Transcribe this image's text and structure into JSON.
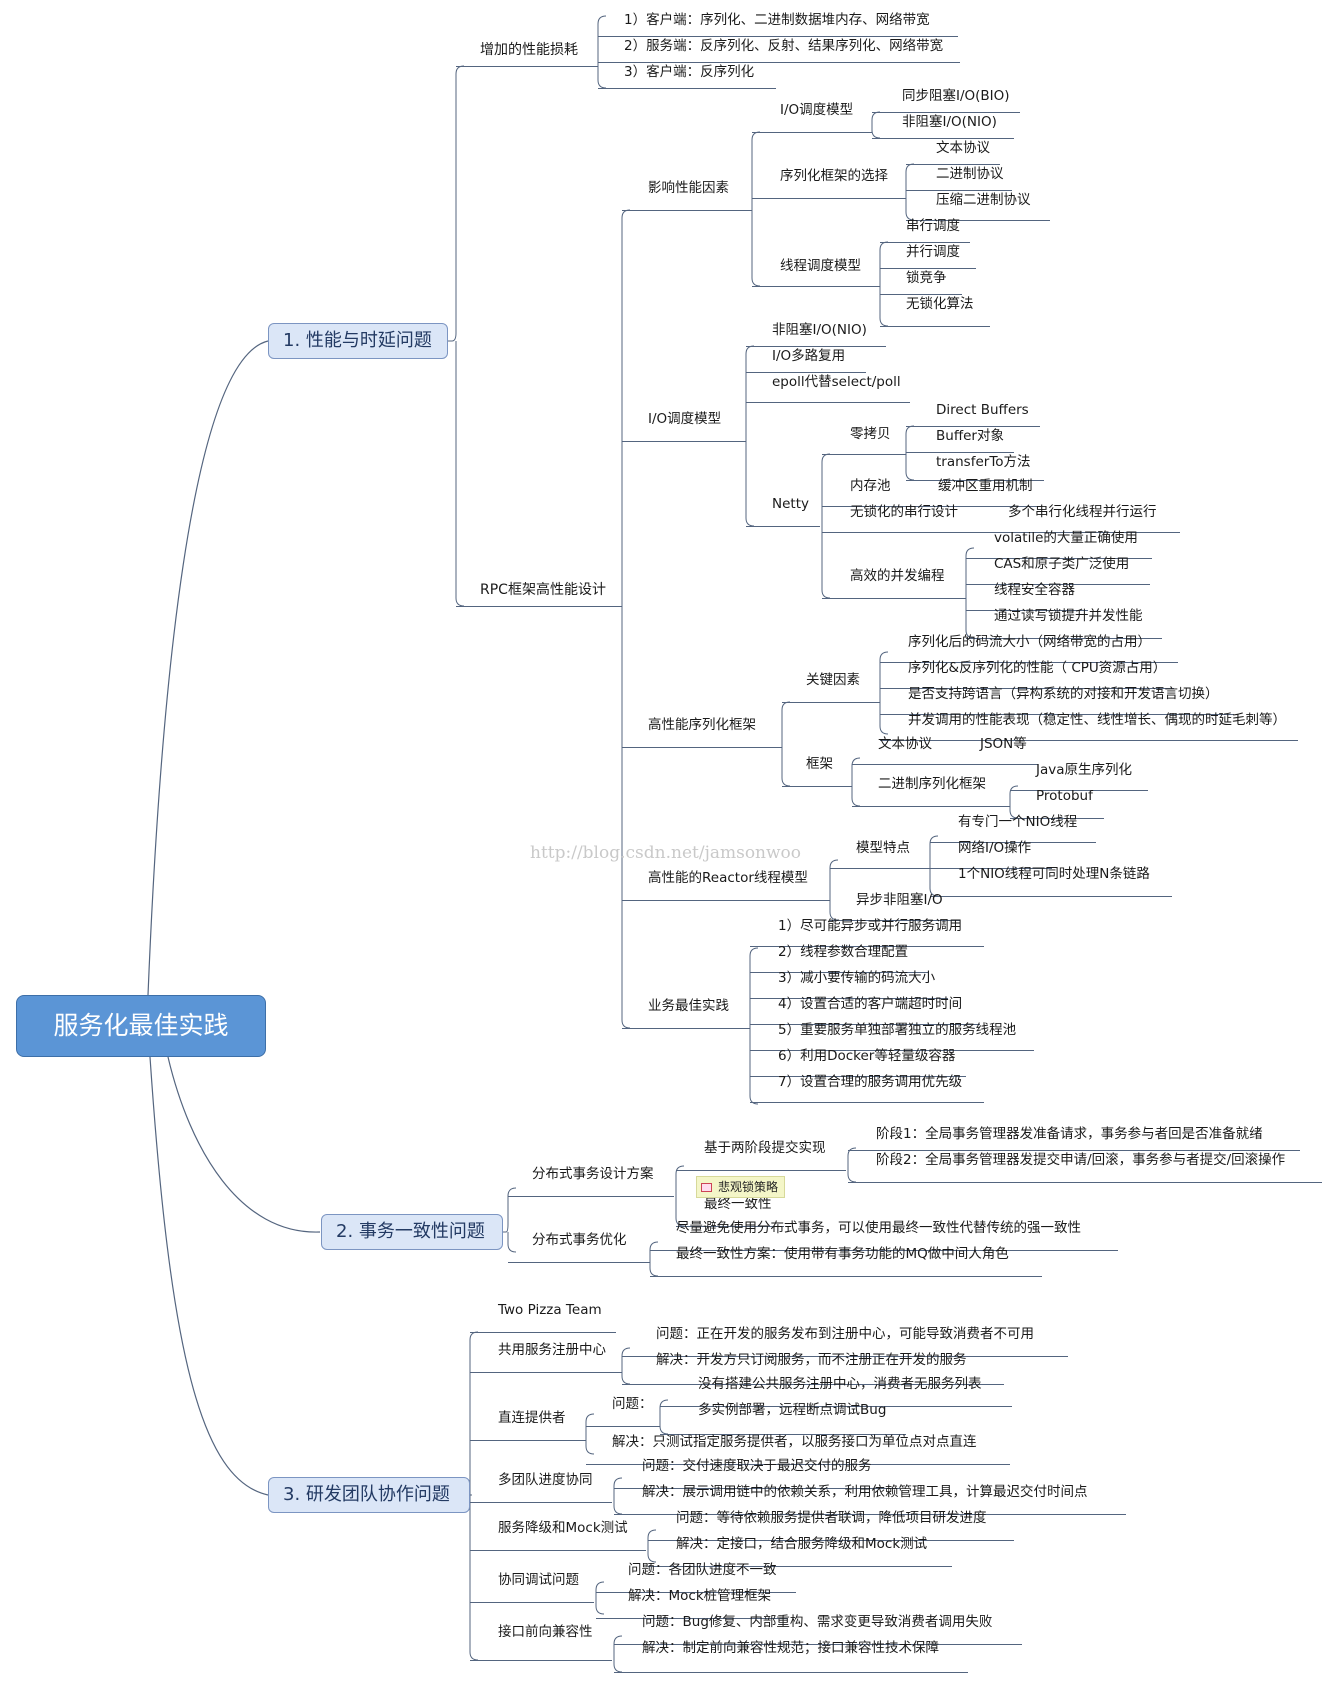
{
  "title": "服务化最佳实践",
  "watermark": "http://blog.csdn.net/jamsonwoo",
  "colors": {
    "root_fill": "#5b95d6",
    "box_fill": "#dbe6f7",
    "line": "#54657f"
  },
  "b1": {
    "title": "1. 性能与时延问题",
    "perf_cost": {
      "label": "增加的性能损耗",
      "items": [
        "1）客户端：序列化、二进制数据堆内存、网络带宽",
        "2）服务端：反序列化、反射、结果序列化、网络带宽",
        "3）客户端：反序列化"
      ]
    },
    "rpc": {
      "label": "RPC框架高性能设计",
      "factors": {
        "label": "影响性能因素",
        "io_model": {
          "label": "I/O调度模型",
          "items": [
            "同步阻塞I/O(BIO)",
            "非阻塞I/O(NIO)"
          ]
        },
        "serial": {
          "label": "序列化框架的选择",
          "items": [
            "文本协议",
            "二进制协议",
            "压缩二进制协议"
          ]
        },
        "thread": {
          "label": "线程调度模型",
          "items": [
            "串行调度",
            "并行调度",
            "锁竞争",
            "无锁化算法"
          ]
        }
      },
      "io": {
        "label": "I/O调度模型",
        "items": [
          "非阻塞I/O(NIO)",
          "I/O多路复用",
          "epoll代替select/poll"
        ],
        "netty": {
          "label": "Netty",
          "zero_copy": {
            "label": "零拷贝",
            "items": [
              "Direct Buffers",
              "Buffer对象",
              "transferTo方法"
            ]
          },
          "mem_pool": {
            "label": "内存池",
            "item": "缓冲区重用机制"
          },
          "lockfree": {
            "label": "无锁化的串行设计",
            "item": "多个串行化线程并行运行"
          },
          "concurrency": {
            "label": "高效的并发编程",
            "items": [
              "volatile的大量正确使用",
              "CAS和原子类广泛使用",
              "线程安全容器",
              "通过读写锁提升并发性能"
            ]
          }
        }
      },
      "serial_fw": {
        "label": "高性能序列化框架",
        "key": {
          "label": "关键因素",
          "items": [
            "序列化后的码流大小（网络带宽的占用）",
            "序列化&反序列化的性能（ CPU资源占用）",
            "是否支持跨语言（异构系统的对接和开发语言切换）",
            "并发调用的性能表现（稳定性、线性增长、偶现的时延毛刺等）"
          ]
        },
        "fw": {
          "label": "框架",
          "text": {
            "label": "文本协议",
            "item": "JSON等"
          },
          "binary": {
            "label": "二进制序列化框架",
            "items": [
              "Java原生序列化",
              "Protobuf"
            ]
          }
        }
      },
      "reactor": {
        "label": "高性能的Reactor线程模型",
        "model": {
          "label": "模型特点",
          "items": [
            "有专门一个NIO线程",
            "网络I/O操作",
            "1个NIO线程可同时处理N条链路"
          ]
        },
        "async": "异步非阻塞I/O"
      },
      "best": {
        "label": "业务最佳实践",
        "items": [
          "1）尽可能异步或并行服务调用",
          "2）线程参数合理配置",
          "3）减小要传输的码流大小",
          "4）设置合适的客户端超时时间",
          "5）重要服务单独部署独立的服务线程池",
          "6）利用Docker等轻量级容器",
          "7）设置合理的服务调用优先级"
        ]
      }
    }
  },
  "b2": {
    "title": "2. 事务一致性问题",
    "design": {
      "label": "分布式事务设计方案",
      "two_phase": {
        "label": "基于两阶段提交实现",
        "items": [
          "阶段1：全局事务管理器发准备请求，事务参与者回是否准备就绪",
          "阶段2：全局事务管理器发提交申请/回滚，事务参与者提交/回滚操作"
        ]
      },
      "tag": "悲观锁策略",
      "eventual": "最终一致性"
    },
    "optimize": {
      "label": "分布式事务优化",
      "items": [
        "尽量避免使用分布式事务，可以使用最终一致性代替传统的强一致性",
        "最终一致性方案：使用带有事务功能的MQ做中间人角色"
      ]
    }
  },
  "b3": {
    "title": "3. 研发团队协作问题",
    "pizza": "Two Pizza Team",
    "registry": {
      "label": "共用服务注册中心",
      "items": [
        "问题：正在开发的服务发布到注册中心，可能导致消费者不可用",
        "解决：开发方只订阅服务，而不注册正在开发的服务"
      ]
    },
    "direct": {
      "label": "直连提供者",
      "problem": "问题：",
      "problems": [
        "没有搭建公共服务注册中心，消费者无服务列表",
        "多实例部署，远程断点调试Bug"
      ],
      "solution": "解决：只测试指定服务提供者，以服务接口为单位点对点直连"
    },
    "multi": {
      "label": "多团队进度协同",
      "items": [
        "问题：交付速度取决于最迟交付的服务",
        "解决：展示调用链中的依赖关系，利用依赖管理工具，计算最迟交付时间点"
      ]
    },
    "mock": {
      "label": "服务降级和Mock测试",
      "items": [
        "问题：等待依赖服务提供者联调，降低项目研发进度",
        "解决：定接口，结合服务降级和Mock测试"
      ]
    },
    "debug": {
      "label": "协同调试问题",
      "items": [
        "问题：各团队进度不一致",
        "解决：Mock桩管理框架"
      ]
    },
    "compat": {
      "label": "接口前向兼容性",
      "items": [
        "问题：Bug修复、内部重构、需求变更导致消费者调用失败",
        "解决：制定前向兼容性规范；接口兼容性技术保障"
      ]
    }
  }
}
